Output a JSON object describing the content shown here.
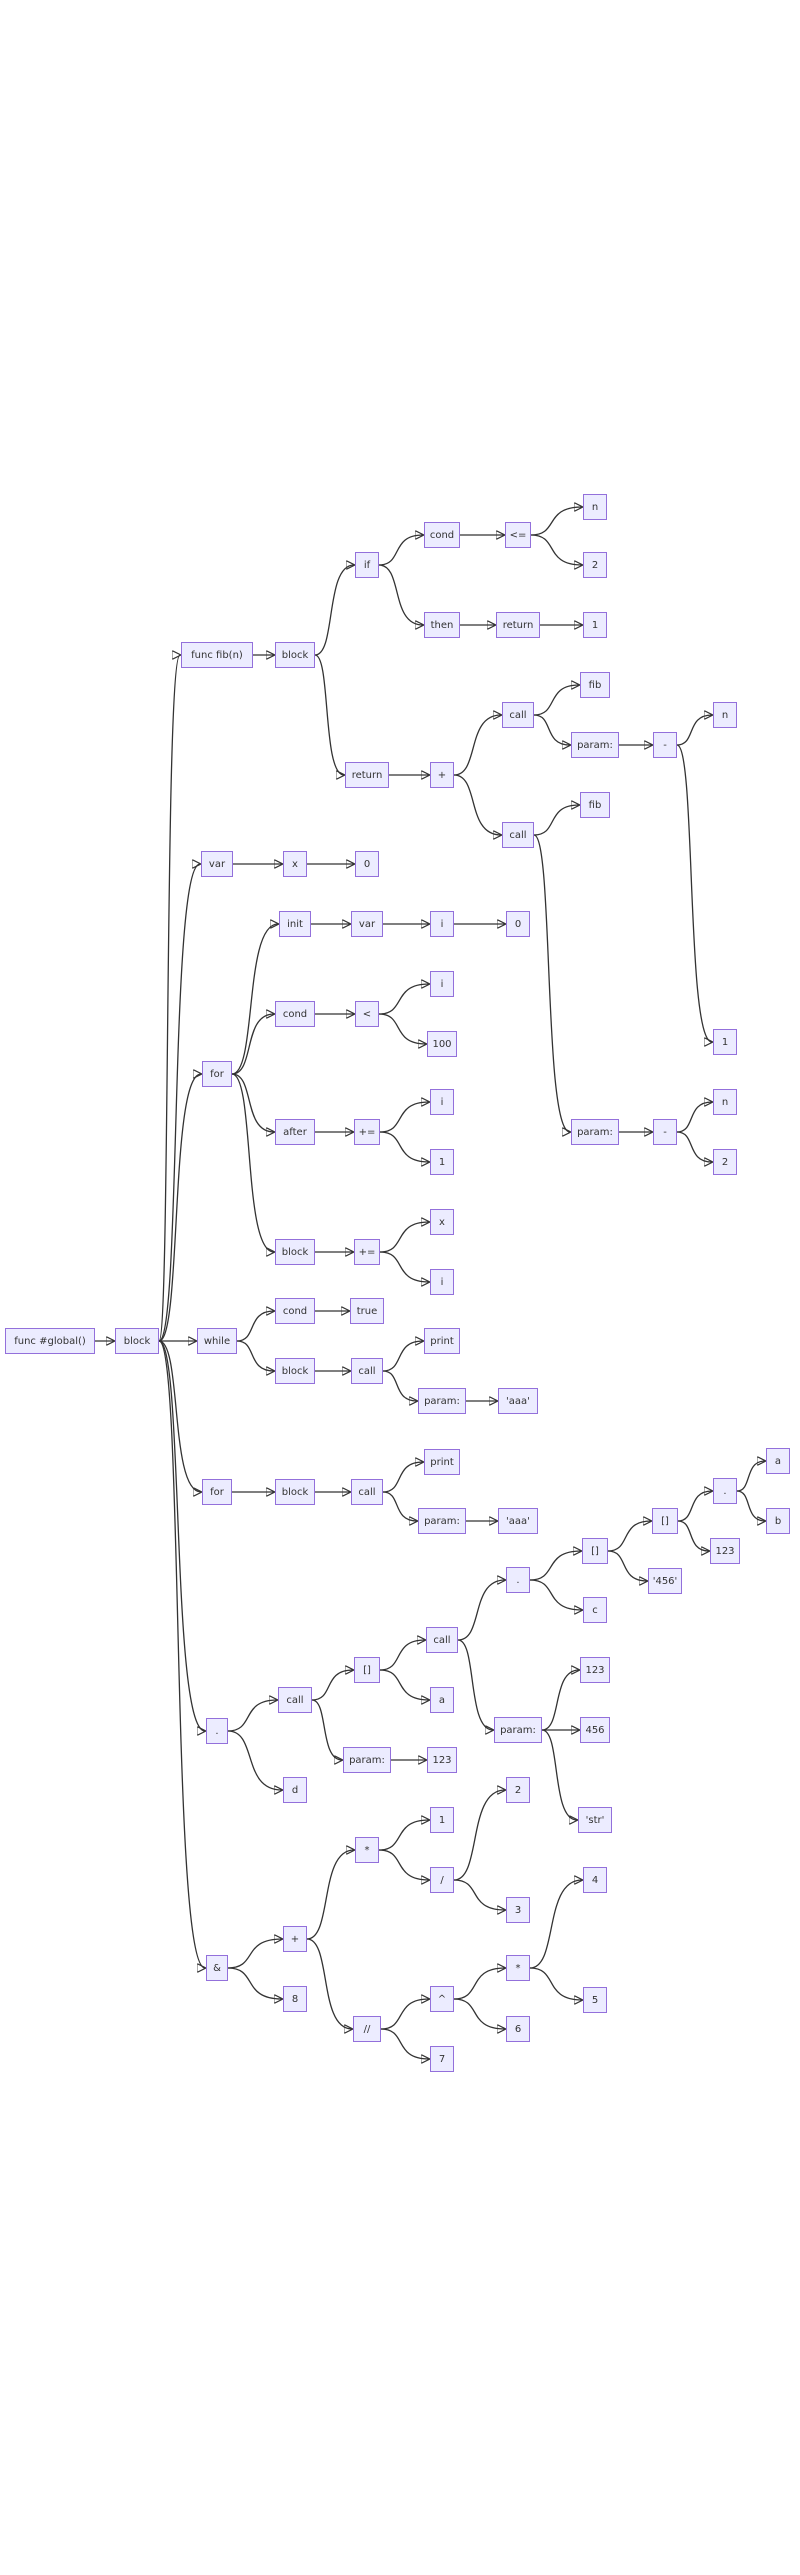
{
  "diagram": {
    "nodes": [
      {
        "id": "g",
        "label": "func #global()"
      },
      {
        "id": "gb",
        "label": "block"
      },
      {
        "id": "ff",
        "label": "func fib(n)"
      },
      {
        "id": "fb",
        "label": "block"
      },
      {
        "id": "if",
        "label": "if"
      },
      {
        "id": "ic",
        "label": "cond"
      },
      {
        "id": "le",
        "label": "<="
      },
      {
        "id": "ln",
        "label": "n"
      },
      {
        "id": "l2",
        "label": "2"
      },
      {
        "id": "it",
        "label": "then"
      },
      {
        "id": "ir",
        "label": "return"
      },
      {
        "id": "i1",
        "label": "1"
      },
      {
        "id": "fr",
        "label": "return"
      },
      {
        "id": "pl",
        "label": "+"
      },
      {
        "id": "c1",
        "label": "call"
      },
      {
        "id": "c1f",
        "label": "fib"
      },
      {
        "id": "c1p",
        "label": "param:"
      },
      {
        "id": "m1",
        "label": "-"
      },
      {
        "id": "m1n",
        "label": "n"
      },
      {
        "id": "m11",
        "label": "1"
      },
      {
        "id": "c2",
        "label": "call"
      },
      {
        "id": "c2f",
        "label": "fib"
      },
      {
        "id": "c2p",
        "label": "param:"
      },
      {
        "id": "m2",
        "label": "-"
      },
      {
        "id": "m2n",
        "label": "n"
      },
      {
        "id": "m22",
        "label": "2"
      },
      {
        "id": "v",
        "label": "var"
      },
      {
        "id": "vx",
        "label": "x"
      },
      {
        "id": "v0",
        "label": "0"
      },
      {
        "id": "f1",
        "label": "for"
      },
      {
        "id": "f1i",
        "label": "init"
      },
      {
        "id": "f1v",
        "label": "var"
      },
      {
        "id": "f1vi",
        "label": "i"
      },
      {
        "id": "f10",
        "label": "0"
      },
      {
        "id": "f1c",
        "label": "cond"
      },
      {
        "id": "lt",
        "label": "<"
      },
      {
        "id": "lti",
        "label": "i"
      },
      {
        "id": "lt1",
        "label": "100"
      },
      {
        "id": "f1a",
        "label": "after"
      },
      {
        "id": "pe",
        "label": "+="
      },
      {
        "id": "pei",
        "label": "i"
      },
      {
        "id": "pe1",
        "label": "1"
      },
      {
        "id": "f1b",
        "label": "block"
      },
      {
        "id": "pe2",
        "label": "+="
      },
      {
        "id": "pex",
        "label": "x"
      },
      {
        "id": "pe2i",
        "label": "i"
      },
      {
        "id": "w",
        "label": "while"
      },
      {
        "id": "wc",
        "label": "cond"
      },
      {
        "id": "wt",
        "label": "true"
      },
      {
        "id": "wb",
        "label": "block"
      },
      {
        "id": "wcl",
        "label": "call"
      },
      {
        "id": "wpr",
        "label": "print"
      },
      {
        "id": "wpa",
        "label": "param:"
      },
      {
        "id": "wa",
        "label": "'aaa'"
      },
      {
        "id": "f2",
        "label": "for"
      },
      {
        "id": "f2b",
        "label": "block"
      },
      {
        "id": "f2c",
        "label": "call"
      },
      {
        "id": "f2p",
        "label": "print"
      },
      {
        "id": "f2pa",
        "label": "param:"
      },
      {
        "id": "f2a",
        "label": "'aaa'"
      },
      {
        "id": "dt",
        "label": "."
      },
      {
        "id": "dc",
        "label": "call"
      },
      {
        "id": "db",
        "label": "[]"
      },
      {
        "id": "dc2",
        "label": "call"
      },
      {
        "id": "dd2",
        "label": "."
      },
      {
        "id": "db2",
        "label": "[]"
      },
      {
        "id": "db3",
        "label": "[]"
      },
      {
        "id": "dd3",
        "label": "."
      },
      {
        "id": "da2",
        "label": "a"
      },
      {
        "id": "dbb",
        "label": "b"
      },
      {
        "id": "d123",
        "label": "123"
      },
      {
        "id": "d456",
        "label": "'456'"
      },
      {
        "id": "dcc",
        "label": "c"
      },
      {
        "id": "dp2",
        "label": "param:"
      },
      {
        "id": "p123",
        "label": "123"
      },
      {
        "id": "p456",
        "label": "456"
      },
      {
        "id": "pstr",
        "label": "'str'"
      },
      {
        "id": "da",
        "label": "a"
      },
      {
        "id": "dp",
        "label": "param:"
      },
      {
        "id": "dp123",
        "label": "123"
      },
      {
        "id": "dd",
        "label": "d"
      },
      {
        "id": "amp",
        "label": "&"
      },
      {
        "id": "ap",
        "label": "+"
      },
      {
        "id": "am",
        "label": "*"
      },
      {
        "id": "am1",
        "label": "1"
      },
      {
        "id": "adv",
        "label": "/"
      },
      {
        "id": "a2",
        "label": "2"
      },
      {
        "id": "a3",
        "label": "3"
      },
      {
        "id": "afl",
        "label": "//"
      },
      {
        "id": "apw",
        "label": "^"
      },
      {
        "id": "am2",
        "label": "*"
      },
      {
        "id": "a4",
        "label": "4"
      },
      {
        "id": "a5",
        "label": "5"
      },
      {
        "id": "a6",
        "label": "6"
      },
      {
        "id": "a7",
        "label": "7"
      },
      {
        "id": "a8",
        "label": "8"
      }
    ],
    "edges": [
      [
        "g",
        "gb"
      ],
      [
        "gb",
        "ff"
      ],
      [
        "ff",
        "fb"
      ],
      [
        "fb",
        "if"
      ],
      [
        "if",
        "ic"
      ],
      [
        "ic",
        "le"
      ],
      [
        "le",
        "ln"
      ],
      [
        "le",
        "l2"
      ],
      [
        "if",
        "it"
      ],
      [
        "it",
        "ir"
      ],
      [
        "ir",
        "i1"
      ],
      [
        "fb",
        "fr"
      ],
      [
        "fr",
        "pl"
      ],
      [
        "pl",
        "c1"
      ],
      [
        "c1",
        "c1f"
      ],
      [
        "c1",
        "c1p"
      ],
      [
        "c1p",
        "m1"
      ],
      [
        "m1",
        "m1n"
      ],
      [
        "m1",
        "m11"
      ],
      [
        "pl",
        "c2"
      ],
      [
        "c2",
        "c2f"
      ],
      [
        "c2",
        "c2p"
      ],
      [
        "c2p",
        "m2"
      ],
      [
        "m2",
        "m2n"
      ],
      [
        "m2",
        "m22"
      ],
      [
        "gb",
        "v"
      ],
      [
        "v",
        "vx"
      ],
      [
        "vx",
        "v0"
      ],
      [
        "gb",
        "f1"
      ],
      [
        "f1",
        "f1i"
      ],
      [
        "f1i",
        "f1v"
      ],
      [
        "f1v",
        "f1vi"
      ],
      [
        "f1vi",
        "f10"
      ],
      [
        "f1",
        "f1c"
      ],
      [
        "f1c",
        "lt"
      ],
      [
        "lt",
        "lti"
      ],
      [
        "lt",
        "lt1"
      ],
      [
        "f1",
        "f1a"
      ],
      [
        "f1a",
        "pe"
      ],
      [
        "pe",
        "pei"
      ],
      [
        "pe",
        "pe1"
      ],
      [
        "f1",
        "f1b"
      ],
      [
        "f1b",
        "pe2"
      ],
      [
        "pe2",
        "pex"
      ],
      [
        "pe2",
        "pe2i"
      ],
      [
        "gb",
        "w"
      ],
      [
        "w",
        "wc"
      ],
      [
        "wc",
        "wt"
      ],
      [
        "w",
        "wb"
      ],
      [
        "wb",
        "wcl"
      ],
      [
        "wcl",
        "wpr"
      ],
      [
        "wcl",
        "wpa"
      ],
      [
        "wpa",
        "wa"
      ],
      [
        "gb",
        "f2"
      ],
      [
        "f2",
        "f2b"
      ],
      [
        "f2b",
        "f2c"
      ],
      [
        "f2c",
        "f2p"
      ],
      [
        "f2c",
        "f2pa"
      ],
      [
        "f2pa",
        "f2a"
      ],
      [
        "gb",
        "dt"
      ],
      [
        "dt",
        "dc"
      ],
      [
        "dc",
        "db"
      ],
      [
        "db",
        "dc2"
      ],
      [
        "dc2",
        "dd2"
      ],
      [
        "dd2",
        "db2"
      ],
      [
        "db2",
        "db3"
      ],
      [
        "db3",
        "dd3"
      ],
      [
        "dd3",
        "da2"
      ],
      [
        "dd3",
        "dbb"
      ],
      [
        "db3",
        "d123"
      ],
      [
        "db2",
        "d456"
      ],
      [
        "dd2",
        "dcc"
      ],
      [
        "dc2",
        "dp2"
      ],
      [
        "dp2",
        "p123"
      ],
      [
        "dp2",
        "p456"
      ],
      [
        "dp2",
        "pstr"
      ],
      [
        "db",
        "da"
      ],
      [
        "dc",
        "dp"
      ],
      [
        "dp",
        "dp123"
      ],
      [
        "dt",
        "dd"
      ],
      [
        "gb",
        "amp"
      ],
      [
        "amp",
        "ap"
      ],
      [
        "ap",
        "am"
      ],
      [
        "am",
        "am1"
      ],
      [
        "am",
        "adv"
      ],
      [
        "adv",
        "a2"
      ],
      [
        "adv",
        "a3"
      ],
      [
        "ap",
        "afl"
      ],
      [
        "afl",
        "apw"
      ],
      [
        "apw",
        "am2"
      ],
      [
        "am2",
        "a4"
      ],
      [
        "am2",
        "a5"
      ],
      [
        "apw",
        "a6"
      ],
      [
        "afl",
        "a7"
      ],
      [
        "amp",
        "a8"
      ]
    ]
  }
}
